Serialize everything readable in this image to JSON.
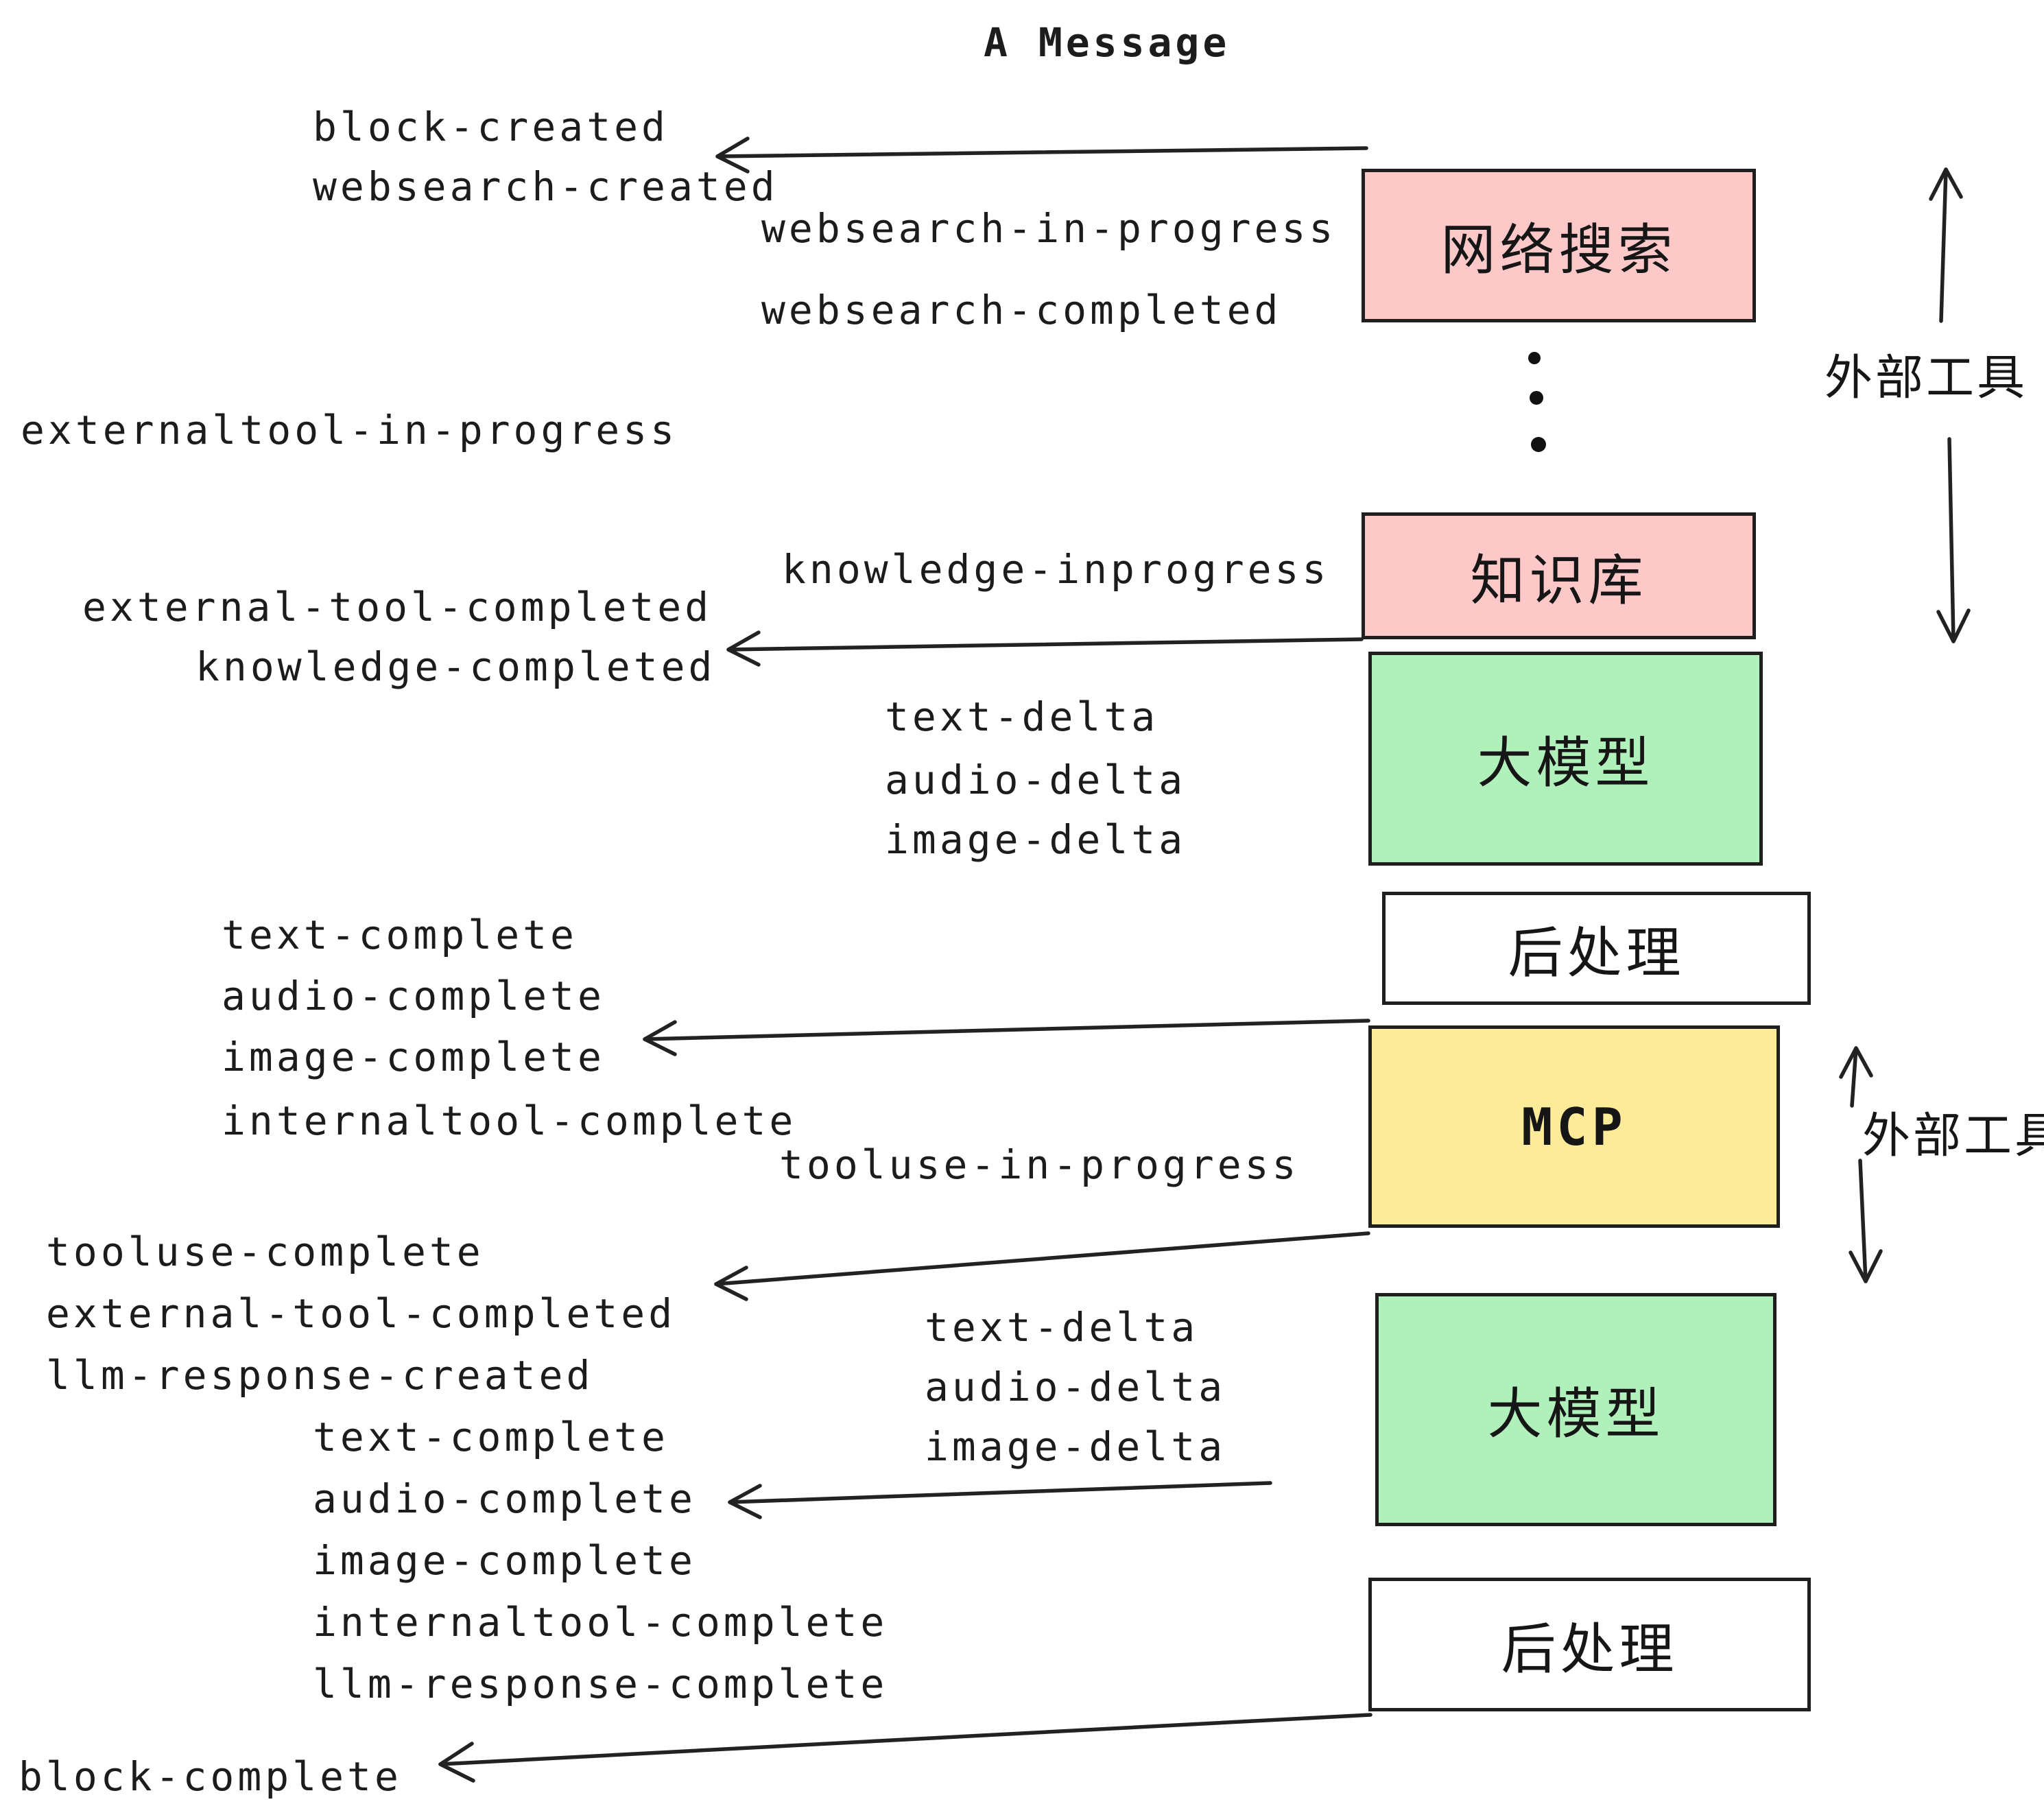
{
  "title": "A Message",
  "colors": {
    "box_pink": "#FCC8C8",
    "box_green": "#B0F0BB",
    "box_yellow": "#FDEB9A",
    "box_white": "#FFFFFF",
    "ink": "#1C1C1C",
    "background": "#FFFFFF"
  },
  "events": [
    "block-created",
    "websearch-created",
    "websearch-in-progress",
    "websearch-completed",
    "externaltool-in-progress",
    "knowledge-inprogress",
    "external-tool-completed",
    "knowledge-completed",
    "text-delta",
    "audio-delta",
    "image-delta",
    "text-complete",
    "audio-complete",
    "image-complete",
    "internaltool-complete",
    "tooluse-in-progress",
    "tooluse-complete",
    "external-tool-completed",
    "llm-response-created",
    "text-delta",
    "audio-delta",
    "image-delta",
    "text-complete",
    "audio-complete",
    "image-complete",
    "internaltool-complete",
    "llm-response-complete",
    "block-complete"
  ],
  "boxes": [
    {
      "label": "网络搜索",
      "color": "#FCC8C8"
    },
    {
      "label": "知识库",
      "color": "#FCC8C8"
    },
    {
      "label": "大模型",
      "color": "#B0F0BB"
    },
    {
      "label": "后处理",
      "color": "#FFFFFF"
    },
    {
      "label": "MCP",
      "color": "#FDEB9A"
    },
    {
      "label": "大模型",
      "color": "#B0F0BB"
    },
    {
      "label": "后处理",
      "color": "#FFFFFF"
    }
  ],
  "side_labels": [
    "外部工具",
    "外部工具"
  ]
}
